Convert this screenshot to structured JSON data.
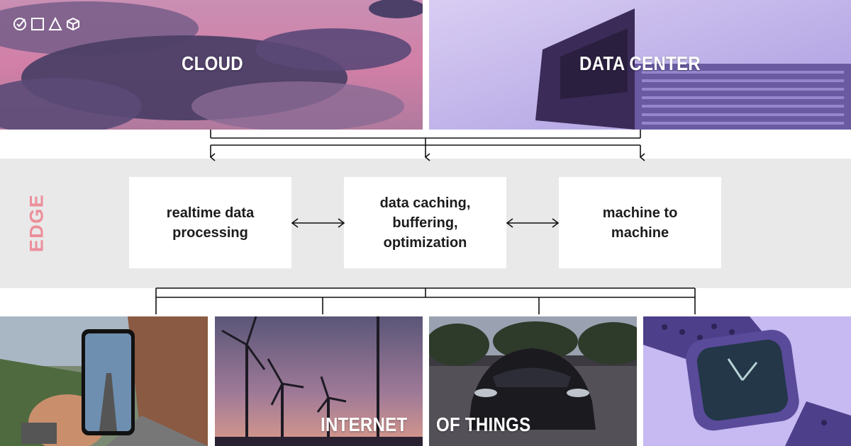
{
  "photos": {
    "cloud": {
      "label": "CLOUD"
    },
    "data_center": {
      "label": "DATA CENTER"
    },
    "internet": {
      "label": "INTERNET"
    },
    "of_things": {
      "label": "OF THINGS"
    }
  },
  "edge": {
    "label": "EDGE",
    "nodes": [
      {
        "label": "realtime data processing"
      },
      {
        "label": "data caching, buffering, optimization"
      },
      {
        "label": "machine to machine"
      }
    ]
  },
  "colors": {
    "edge_band": "#e9e9e9",
    "edge_label": "#ec8f9b",
    "connector": "#111111",
    "node_bg": "#ffffff"
  },
  "logo": {
    "icons": [
      "check-circle-icon",
      "square-icon",
      "triangle-icon",
      "cube-icon"
    ]
  }
}
